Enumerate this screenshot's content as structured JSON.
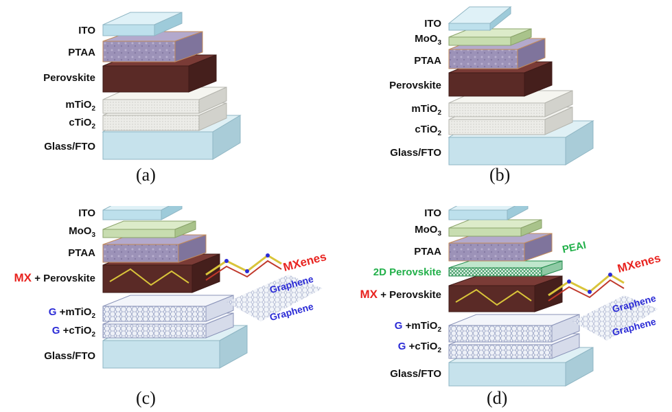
{
  "colors": {
    "ito": "#bde0ec",
    "moo3": "#c8ddb0",
    "ptaa": "#9a8fb5",
    "perovskite": "#5a2a26",
    "tio2": "#e7e7e3",
    "glass": "#c6e2ec",
    "mx_red": "#e8231f",
    "graphene_blue": "#2b2bd6",
    "peai_green": "#22b04a"
  },
  "panels": {
    "a": {
      "caption": "(a)",
      "layers": [
        "ITO",
        "PTAA",
        "Perovskite",
        "mTiO",
        "cTiO",
        "Glass/FTO"
      ]
    },
    "b": {
      "caption": "(b)",
      "layers": [
        "ITO",
        "MoO",
        "PTAA",
        "Perovskite",
        "mTiO",
        "cTiO",
        "Glass/FTO"
      ]
    },
    "c": {
      "caption": "(c)",
      "layers": [
        "ITO",
        "MoO",
        "PTAA",
        "MX",
        "+ Perovskite",
        "G",
        "+mTiO",
        "G",
        "+cTiO",
        "Glass/FTO"
      ],
      "side_labels": [
        "MXenes",
        "Graphene",
        "Graphene"
      ]
    },
    "d": {
      "caption": "(d)",
      "layers": [
        "ITO",
        "MoO",
        "PTAA",
        "2D Perovskite",
        "MX",
        "+ Perovskite",
        "G",
        "+mTiO",
        "G",
        "+cTiO",
        "Glass/FTO"
      ],
      "side_labels": [
        "PEAI",
        "MXenes",
        "Graphene",
        "Graphene"
      ]
    }
  },
  "subscripts": {
    "two": "2",
    "three": "3"
  }
}
